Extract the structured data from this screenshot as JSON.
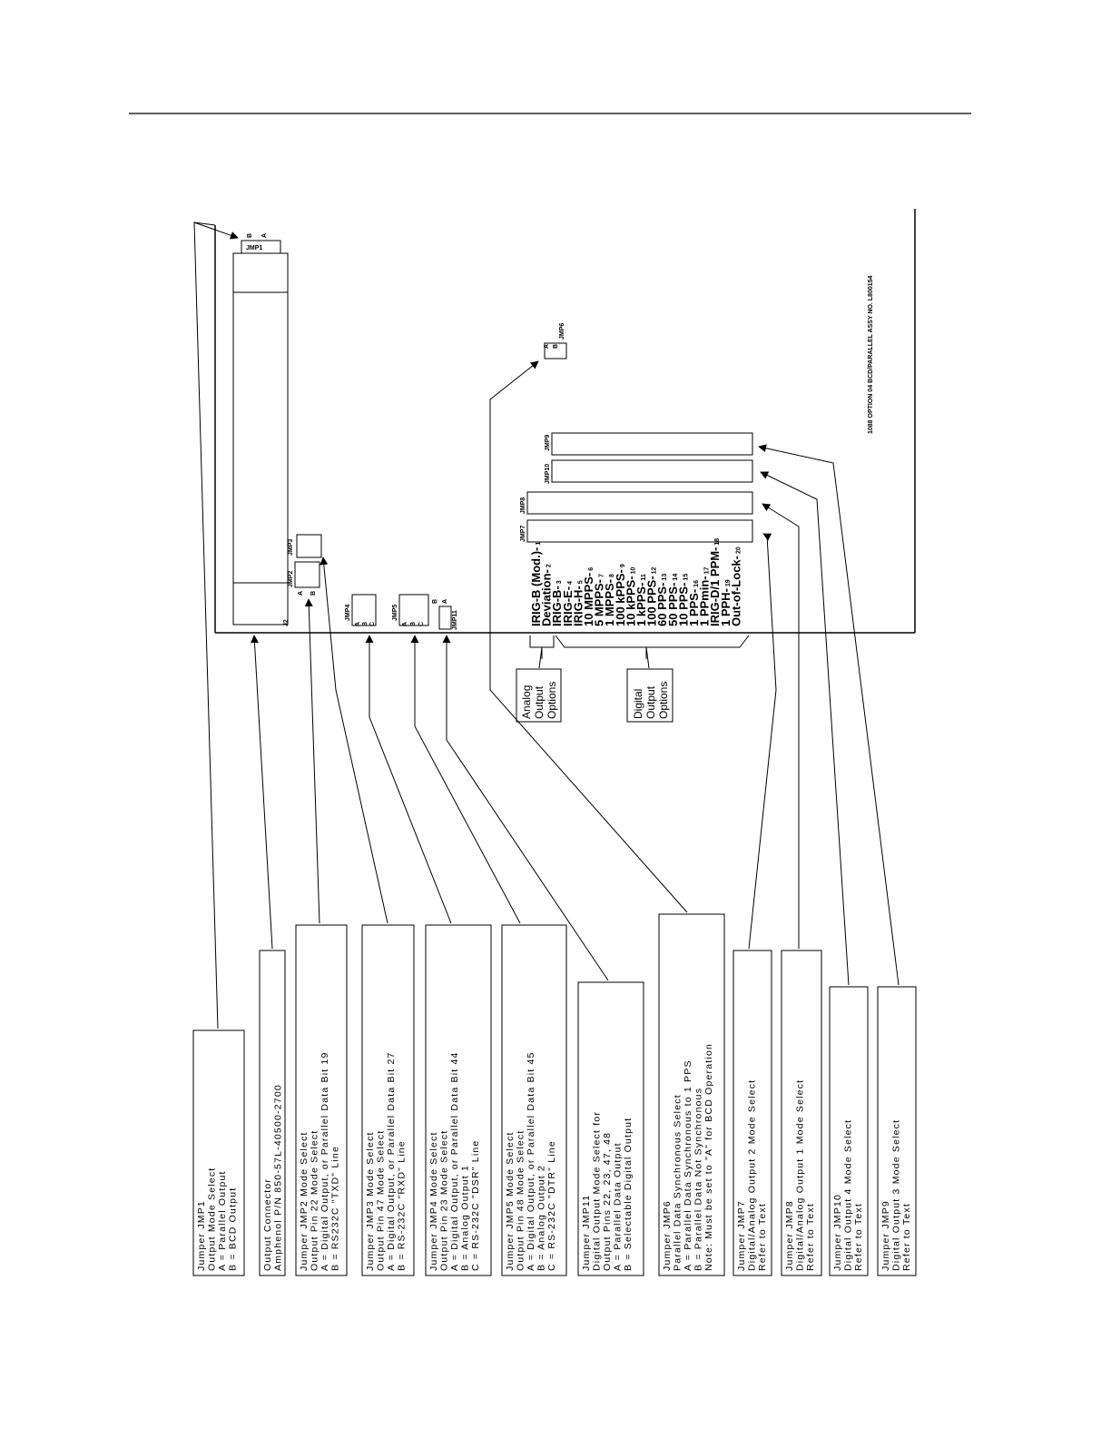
{
  "board": {
    "assembly_label": "1088 OPTION 04 BCD/PARALLEL ASSY NO. L800154",
    "connector_label": "J2",
    "jumper_labels": {
      "jmp1": "JMP1",
      "jmp2": "JMP2",
      "jmp3": "JMP3",
      "jmp4": "JMP4",
      "jmp5": "JMP5",
      "jmp11": "JMP11",
      "jmp6": "JMP6",
      "jmp7": "JMP7",
      "jmp8": "JMP8",
      "jmp9": "JMP9",
      "jmp10": "JMP10"
    },
    "jmp1_pins": [
      "B",
      "A"
    ],
    "jmp2_pins": [
      "A",
      "B"
    ],
    "jmp4_pins": [
      "A",
      "B",
      "C"
    ],
    "jmp5_pins": [
      "A",
      "B",
      "C"
    ],
    "jmp11_pins": [
      "B",
      "A"
    ],
    "jmp6_pins": [
      "A",
      "B"
    ],
    "signals": [
      {
        "name": "IRIG-B (Mod.)-",
        "pin": "1"
      },
      {
        "name": "Deviation-",
        "pin": "2"
      },
      {
        "name": "IRIG-B-",
        "pin": "3"
      },
      {
        "name": "IRIG-E-",
        "pin": "4"
      },
      {
        "name": "IRIG-H-",
        "pin": "5"
      },
      {
        "name": "10 MPPS-",
        "pin": "6"
      },
      {
        "name": "5 MPPS-",
        "pin": "7"
      },
      {
        "name": "1 MPPS-",
        "pin": "8"
      },
      {
        "name": "100 kPPS-",
        "pin": "9"
      },
      {
        "name": "10 kPPS-",
        "pin": "10"
      },
      {
        "name": "1 kPPS-",
        "pin": "11"
      },
      {
        "name": "100 PPS-",
        "pin": "12"
      },
      {
        "name": "60 PPS-",
        "pin": "13"
      },
      {
        "name": "50 PPS-",
        "pin": "14"
      },
      {
        "name": "10 PPS-",
        "pin": "15"
      },
      {
        "name": "1 PPS-",
        "pin": "16"
      },
      {
        "name": "1 PPmin-",
        "pin": "17"
      },
      {
        "name": "IRIG-D/1 PPM-",
        "pin": "18"
      },
      {
        "name": "1 PPH-",
        "pin": "19"
      },
      {
        "name": "Out-of-Lock-",
        "pin": "20"
      }
    ],
    "analog_options": [
      "Analog",
      "Output",
      "Options"
    ],
    "digital_options": [
      "Digital",
      "Output",
      "Options"
    ]
  },
  "callouts": [
    {
      "lines": [
        "Jumper JMP1",
        "Output Mode Select",
        "A = Parallel Output",
        "B = BCD Output"
      ]
    },
    {
      "lines": [
        "Output Connector",
        "Amphenol P/N 850-57L-40500-2700"
      ]
    },
    {
      "lines": [
        "Jumper JMP2 Mode Select",
        "Output Pin 22 Mode Select",
        "A = Digital Output, or Parallel Data Bit 19",
        "B = RS232C \"TXD\" Line"
      ]
    },
    {
      "lines": [
        "Jumper JMP3 Mode Select",
        "Output Pin 47 Mode Select",
        "A = Digital Output, or Parallel Data Bit 27",
        "B = RS-232C \"RXD\" Line"
      ]
    },
    {
      "lines": [
        "Jumper JMP4 Mode Select",
        "Output Pin 23 Mode Select",
        "A = Digital Output, or Parallel Data Bit 44",
        "B = Analog Output 1",
        "C = RS-232C \"DSR\" Line"
      ]
    },
    {
      "lines": [
        "Jumper JMP5 Mode Select",
        "Output Pin 48 Mode Select",
        "A = Digital Output, or Parallel Data Bit 45",
        "B = Analog Output 2",
        "C = RS-232C \"DTR\" Line"
      ]
    },
    {
      "lines": [
        "Jumper JMP11",
        "Digital Output Mode Select for",
        "Output Pins 22, 23, 47, 48",
        "A = Parallel Data Output",
        "B = Selectable Digital Output"
      ]
    },
    {
      "lines": [
        "Jumper JMP6",
        "Parallel Data Synchronous Select",
        "A = Parallel Data Synchronous to 1 PPS",
        "B = Parallel Data Not Synchronous",
        "Note: Must be set to \"A\" for BCD Operation"
      ]
    },
    {
      "lines": [
        "Jumper JMP7",
        "Digital/Analog Output 2 Mode Select",
        "Refer to Text"
      ]
    },
    {
      "lines": [
        "Jumper JMP8",
        "Digital/Analog Output 1 Mode Select",
        "Refer to Text"
      ]
    },
    {
      "lines": [
        "Jumper JMP10",
        "Digital Output 4 Mode Select",
        "Refer to Text"
      ]
    },
    {
      "lines": [
        "Jumper JMP9",
        "Digital Output 3 Mode Select",
        "Refer to Text"
      ]
    }
  ]
}
